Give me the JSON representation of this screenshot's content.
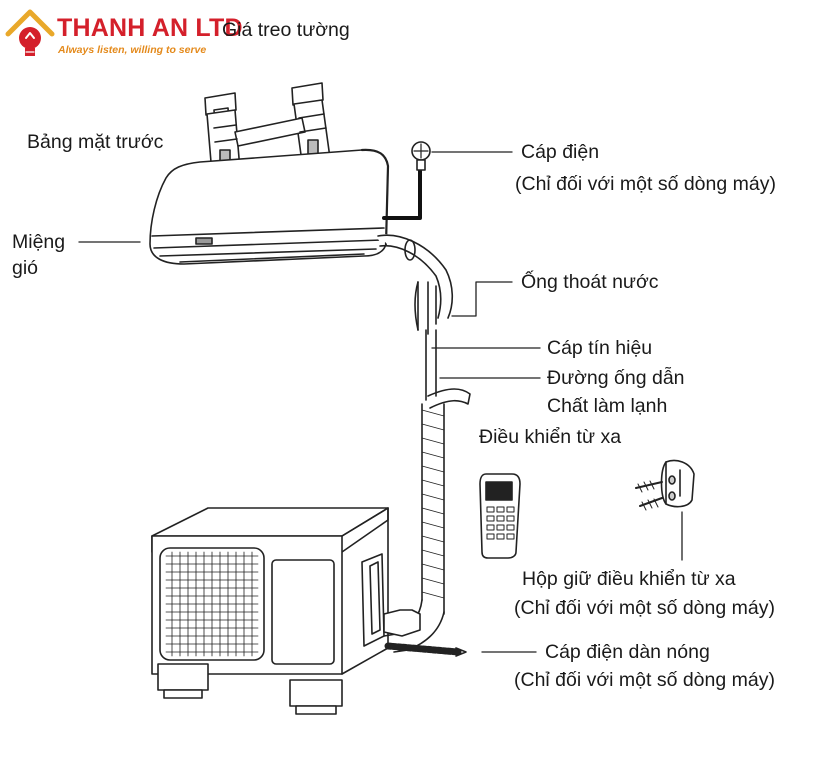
{
  "brand": {
    "name": "THANH AN LTD",
    "slogan": "Always listen, willing to serve",
    "colors": {
      "name": "#d4202b",
      "slogan": "#e48a1c",
      "logo_house": "#e9a82a",
      "logo_bulb": "#d4202b"
    }
  },
  "labels": {
    "wall_bracket": "Giá treo tường",
    "front_panel": "Bảng mặt trước",
    "air_outlet_line1": "Miệng",
    "air_outlet_line2": "gió",
    "power_cable": "Cáp điện",
    "power_cable_note": "(Chỉ đối với một số dòng máy)",
    "drain_hose": "Ống thoát nước",
    "signal_cable": "Cáp tín hiệu",
    "refrigerant_pipe_line1": "Đường ống dẫn",
    "refrigerant_pipe_line2": "Chất làm lạnh",
    "remote_control": "Điều khiển từ xa",
    "remote_holder": "Hộp giữ điều khiển từ xa",
    "remote_holder_note": "(Chỉ đối với một số dòng máy)",
    "outdoor_power_cable": "Cáp điện dàn nóng",
    "outdoor_power_cable_note": "(Chỉ đối với một số dòng máy)"
  }
}
